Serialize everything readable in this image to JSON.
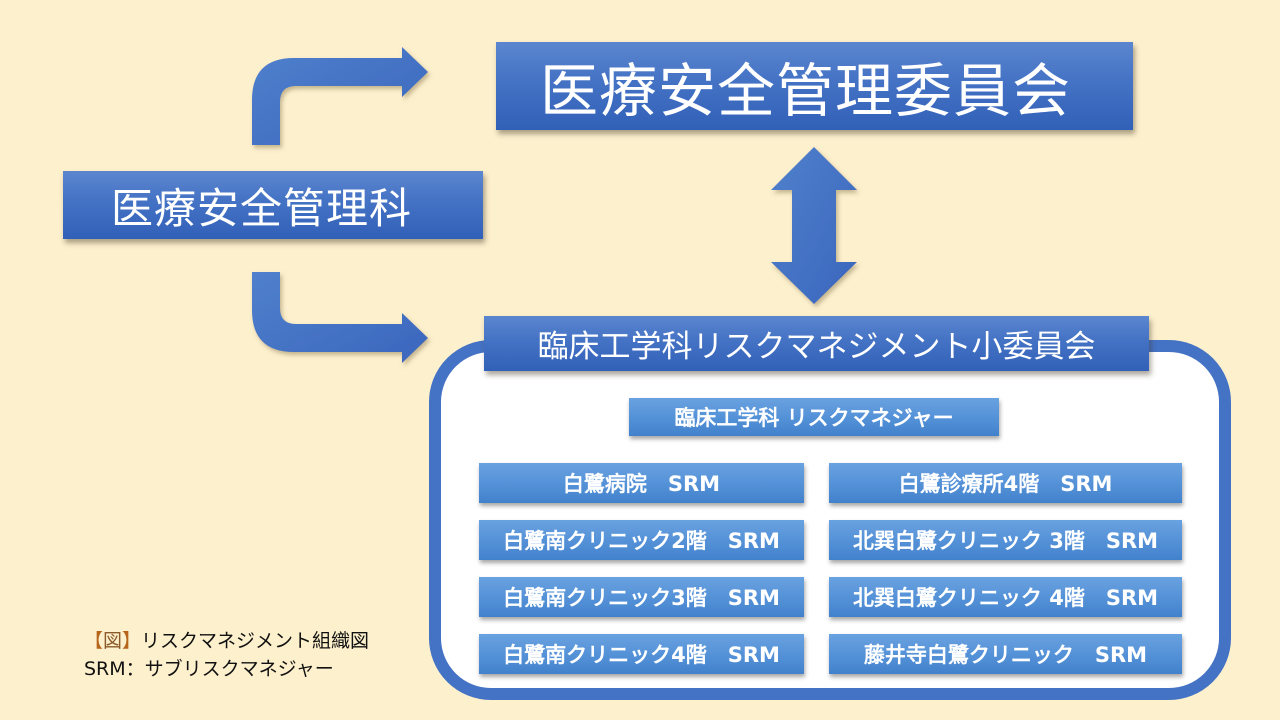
{
  "diagram": {
    "type": "organization-chart",
    "nodes": {
      "committee": "医療安全管理委員会",
      "department": "医療安全管理科",
      "subcommittee": "臨床工学科リスクマネジメント小委員会",
      "manager": "臨床工学科 リスクマネジャー",
      "srm_left": [
        "白鷺病院　SRM",
        "白鷺南クリニック2階　SRM",
        "白鷺南クリニック3階　SRM",
        "白鷺南クリニック4階　SRM"
      ],
      "srm_right": [
        "白鷺診療所4階　SRM",
        "北巽白鷺クリニック 3階　SRM",
        "北巽白鷺クリニック 4階　SRM",
        "藤井寺白鷺クリニック　SRM"
      ]
    },
    "edges": [
      {
        "from": "department",
        "to": "committee",
        "type": "bent-arrow"
      },
      {
        "from": "department",
        "to": "subcommittee",
        "type": "bent-arrow"
      },
      {
        "from": "committee",
        "to": "subcommittee",
        "type": "double-arrow"
      }
    ]
  },
  "legend": {
    "bracket_open": "【",
    "fig_label": "図",
    "bracket_close": "】",
    "title": "リスクマネジメント組織図",
    "abbreviation": "SRM：サブリスクマネジャー"
  },
  "colors": {
    "background": "#fdf0cd",
    "primary_blue": "#4472c4",
    "light_blue": "#5592d8",
    "text_on_blue": "#ffffff"
  }
}
